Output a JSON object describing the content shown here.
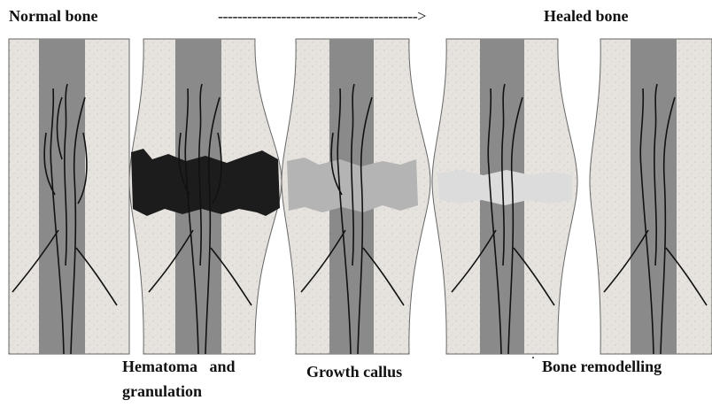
{
  "header": {
    "start_label": "Normal bone",
    "arrow_text": "----------------------------------------->",
    "end_label": "Healed bone"
  },
  "stages": {
    "hematoma_line1": "Hematoma   and",
    "hematoma_line2": "granulation",
    "callus": "Growth callus",
    "remodelling": "Bone remodelling",
    "marker": "."
  },
  "colors": {
    "cortex": "#e6e3de",
    "marrow": "#8a8a8a",
    "outline": "#555555",
    "hematoma": "#1c1c1c",
    "callus": "#b4b4b4",
    "remodel": "#dcdcdc",
    "vessels": "#111111"
  }
}
